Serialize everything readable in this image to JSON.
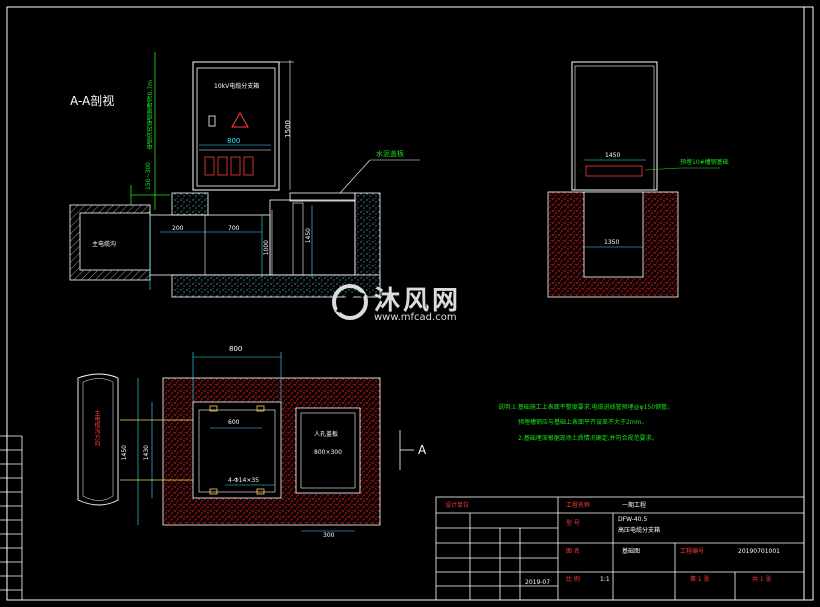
{
  "section_title": "A-A剖视",
  "cabinet": {
    "front_label": "10kV电缆分支箱",
    "width_dim": "800",
    "height_dim": "1500",
    "base_dim": "150~300",
    "vertical_note": "电缆沟内电缆管埋深0.7m"
  },
  "left_section": {
    "cable_label": "主电缆沟",
    "dim_200": "200",
    "dim_700": "700",
    "dim_1000": "1000",
    "dim_1450": "1450",
    "cover_note": "水泥盖板"
  },
  "right_view": {
    "dim_1450": "1450",
    "dim_1350": "1350",
    "note": "预埋10#槽钢基础"
  },
  "plan_view": {
    "dim_800": "800",
    "dim_600": "600",
    "dim_1430": "1430",
    "dim_1450": "1450",
    "bolt_note": "4-Φ14×35",
    "manhole_label": "人孔盖板",
    "manhole_size": "800×300",
    "cable_trench_vertical": "主电缆沟方向",
    "section_mark": "A",
    "dim_300": "300"
  },
  "notes": [
    "说明:1.基础施工上表面平整度要求,电缆进线管预埋@φ150钢管。",
    "预埋槽钢应与基础上表面平齐误差不大于2mm。",
    "2.基础埋深根据现场土质情况确定,并符合规范要求。"
  ],
  "title_block": {
    "company": "设计单位",
    "project_label": "工程名称",
    "project_value": "一期工程",
    "model_label": "型 号",
    "model_value": "DFW-40.5",
    "product_value": "高压电缆分支箱",
    "drawing_label": "图 名",
    "drawing_value": "基础图",
    "drawing_no_label": "工程编号",
    "drawing_no_value": "20190701001",
    "date_value": "2019-07",
    "scale_label": "比 例",
    "scale_value": "1:1",
    "sheet_label": "第 1 张",
    "total_label": "共 1 张"
  },
  "watermark": {
    "brand": "沐风网",
    "url": "www.mfcad.com"
  },
  "colors": {
    "background": "#000000",
    "line": "#ffffff",
    "accent_green": "#19e619",
    "accent_cyan": "#34e8ff",
    "hatch_red": "#ff2a2a"
  }
}
